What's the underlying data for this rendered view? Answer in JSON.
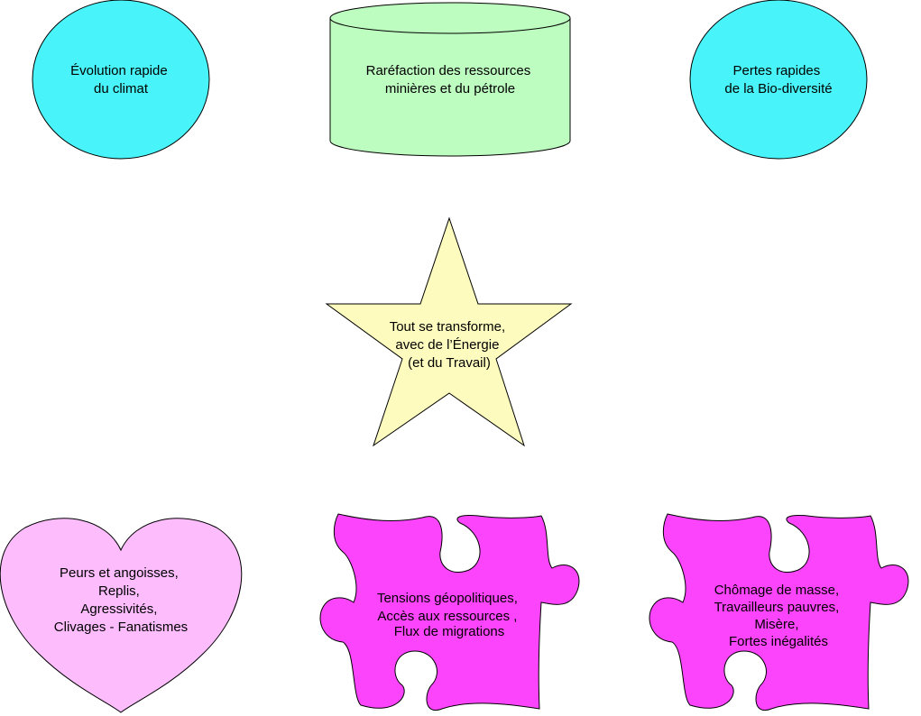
{
  "colors": {
    "cyan": "#48f4f9",
    "green": "#bdfdbf",
    "yellow": "#fdfcbe",
    "pink": "#fdbdfd",
    "magenta": "#fd44fd",
    "stroke": "#000000"
  },
  "nodes": {
    "climate": {
      "shape": "ellipse",
      "lines": [
        "Évolution rapide",
        "du climat"
      ]
    },
    "resources": {
      "shape": "cylinder",
      "lines": [
        "Raréfaction des ressources",
        "minières et du pétrole"
      ]
    },
    "biodiversity": {
      "shape": "ellipse",
      "lines": [
        "Pertes rapides",
        "de la Bio-diversité"
      ]
    },
    "transform": {
      "shape": "star",
      "lines": [
        "Tout se transforme,",
        "avec de l’Énergie",
        "(et du Travail)"
      ]
    },
    "fears": {
      "shape": "heart",
      "lines": [
        "Peurs et angoisses,",
        "Replis,",
        "Agressivités,",
        "Clivages - Fanatismes"
      ]
    },
    "tensions": {
      "shape": "puzzle-piece",
      "lines": [
        "Tensions géopolitiques,",
        "Accès aux ressources ,",
        "Flux de migrations"
      ]
    },
    "unemployment": {
      "shape": "puzzle-piece",
      "lines": [
        "Chômage de masse,",
        "Travailleurs pauvres,",
        "Misère,",
        "Fortes inégalités"
      ]
    }
  }
}
